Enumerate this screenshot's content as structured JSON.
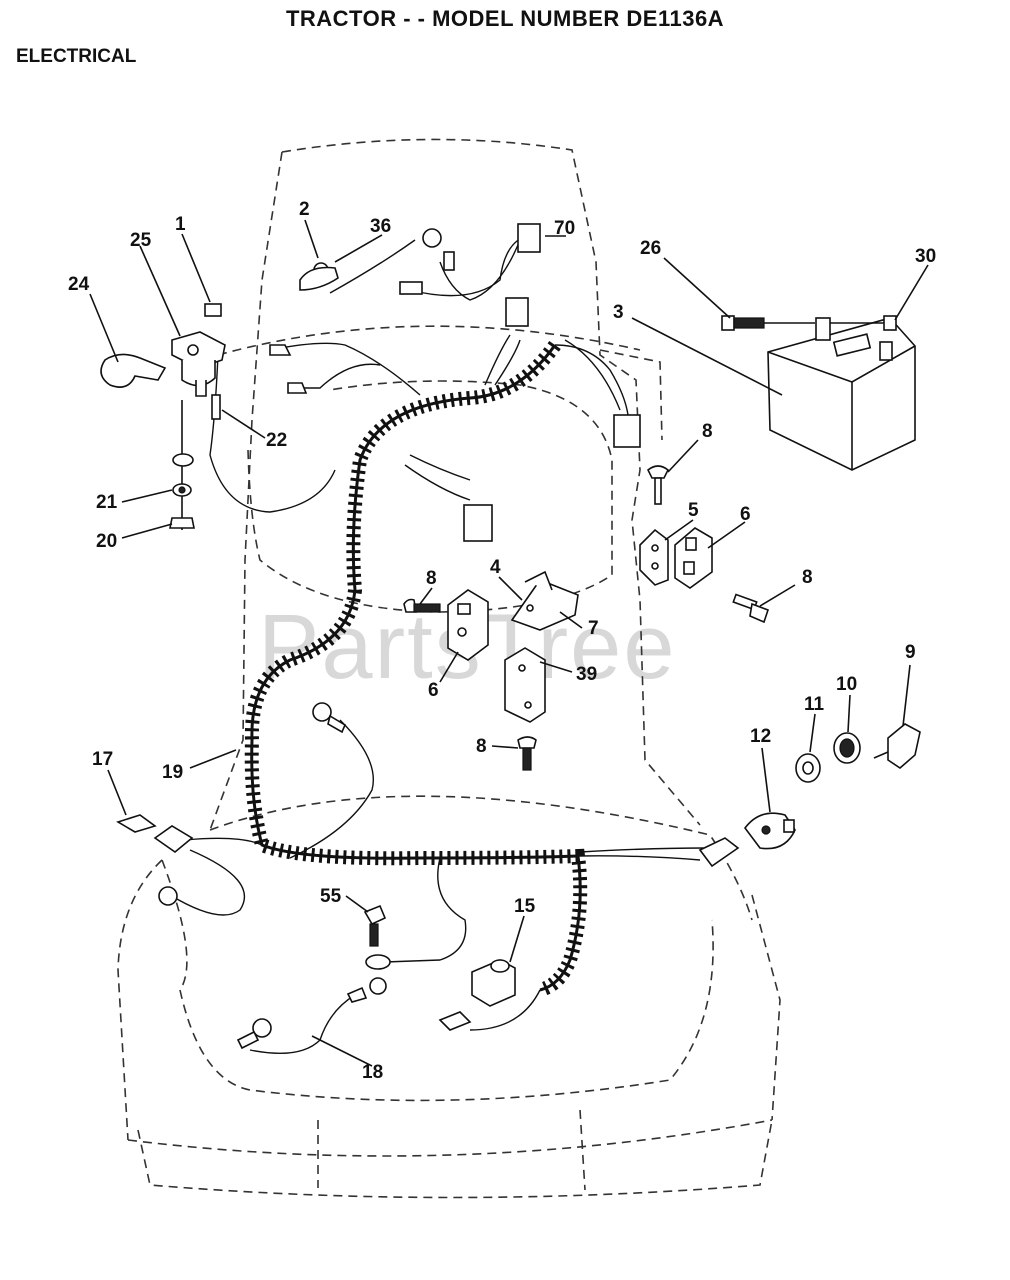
{
  "header": {
    "title": "TRACTOR - - MODEL NUMBER DE1136A",
    "section": "ELECTRICAL"
  },
  "watermark": "PartsTree",
  "callouts": [
    "1",
    "2",
    "36",
    "70",
    "25",
    "24",
    "26",
    "30",
    "3",
    "22",
    "8",
    "21",
    "20",
    "5",
    "6",
    "8",
    "4",
    "8",
    "7",
    "6",
    "39",
    "9",
    "10",
    "11",
    "12",
    "8",
    "17",
    "19",
    "55",
    "15",
    "18"
  ],
  "colors": {
    "ink": "#111111",
    "watermark": "#d8d8d8",
    "background": "#ffffff"
  }
}
